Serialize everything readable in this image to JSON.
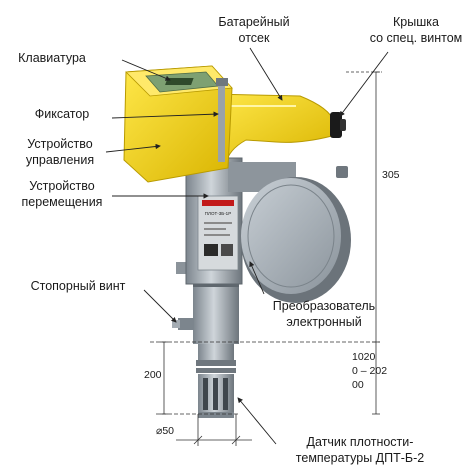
{
  "labels": {
    "battery": [
      "Батарейный",
      "отсек"
    ],
    "cover": [
      "Крышка",
      "со спец. винтом"
    ],
    "keyboard": "Клавиатура",
    "latch": "Фиксатор",
    "control": [
      "Устройство",
      "управления"
    ],
    "move": [
      "Устройство",
      "перемещения"
    ],
    "screw": "Стопорный винт",
    "converter": [
      "Преобразователь",
      "электронный"
    ],
    "sensor": [
      "Датчик плотности-",
      "температуры ДПТ-Б-2"
    ]
  },
  "dimensions": {
    "height": "305",
    "range": [
      "1020",
      "0 – 202",
      "00"
    ],
    "probe_len": "200",
    "diameter": "⌀50"
  },
  "device_plate": {
    "model": "ПЛОТ-3Б-1Р"
  },
  "colors": {
    "yellow": "#f2d21a",
    "yellow_dark": "#c9a900",
    "metal": "#9aa3ab",
    "metal_dark": "#5f676e",
    "dim_line": "#333333"
  }
}
